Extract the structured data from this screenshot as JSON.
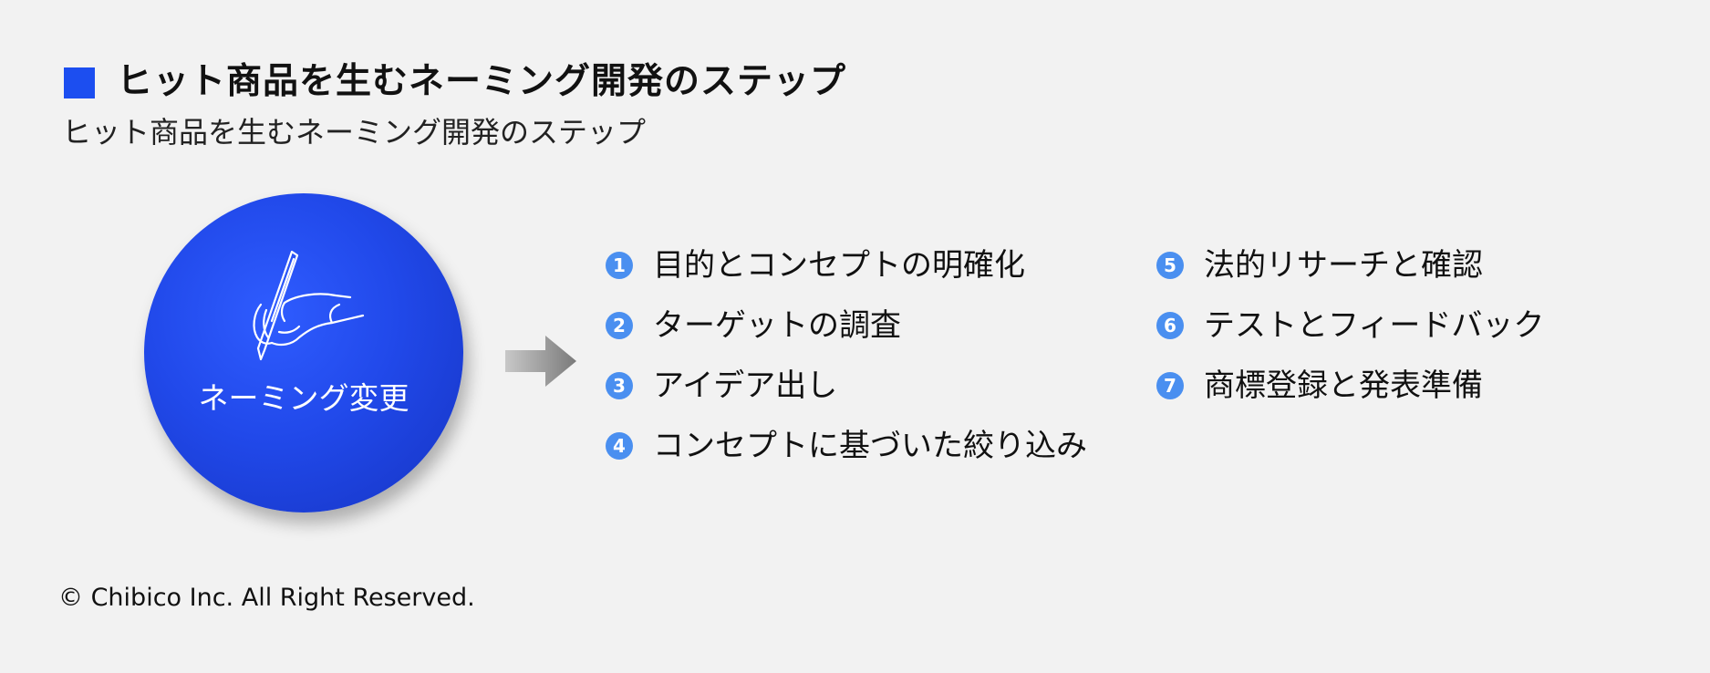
{
  "title": "ヒット商品を生むネーミング開発のステップ",
  "subtitle": "ヒット商品を生むネーミング開発のステップ",
  "center": {
    "label": "ネーミング変更",
    "icon": "hand-writing-with-pen-icon"
  },
  "arrow_icon": "right-arrow-icon",
  "steps": [
    {
      "number": "1",
      "label": "目的とコンセプトの明確化"
    },
    {
      "number": "2",
      "label": "ターゲットの調査"
    },
    {
      "number": "3",
      "label": "アイデア出し"
    },
    {
      "number": "4",
      "label": "コンセプトに基づいた絞り込み"
    },
    {
      "number": "5",
      "label": "法的リサーチと確認"
    },
    {
      "number": "6",
      "label": "テストとフィードバック"
    },
    {
      "number": "7",
      "label": "商標登録と発表準備"
    }
  ],
  "footer": "© Chibico Inc. All Right Reserved.",
  "colors": {
    "accent": "#1c4ef0",
    "badge": "#4a8ff0",
    "background": "#f2f2f2",
    "arrow": "#8a8a8a"
  }
}
